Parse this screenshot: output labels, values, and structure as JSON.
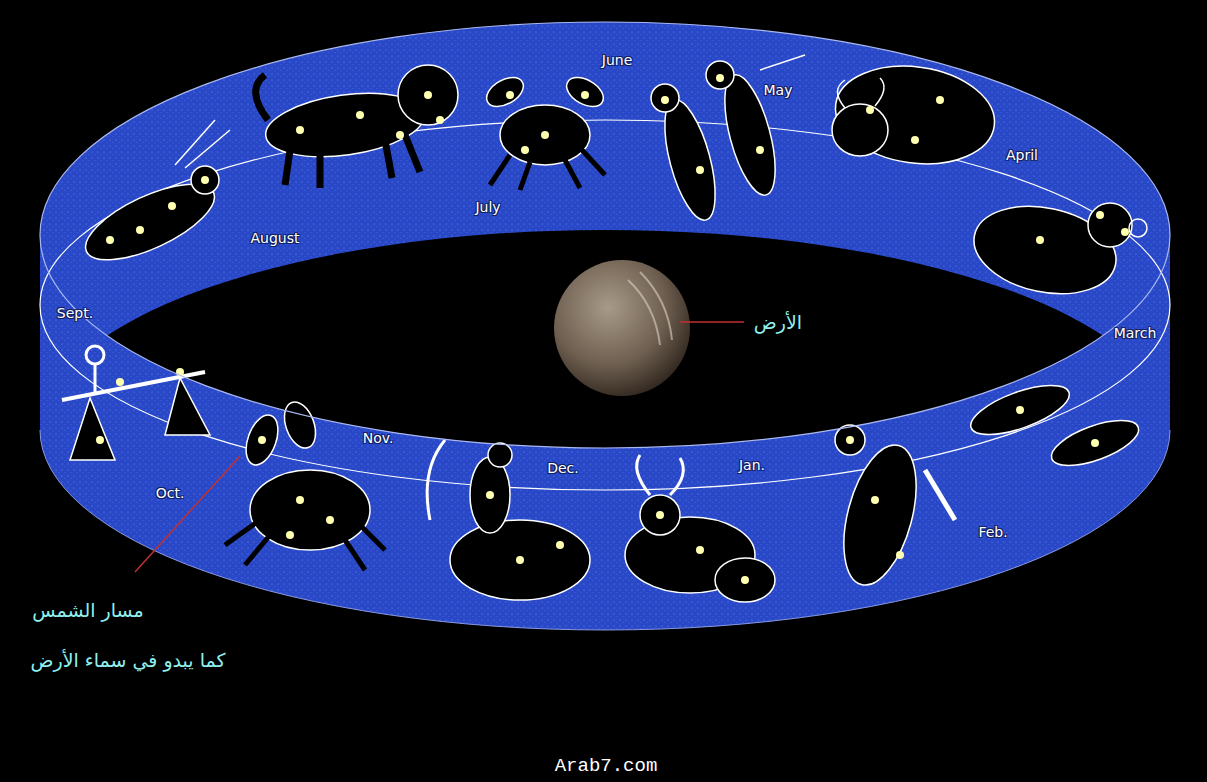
{
  "diagram": {
    "labels": [
      "June",
      "May",
      "April",
      "July",
      "August",
      "Sept.",
      "الأرض",
      "March",
      "Nov.",
      "Dec.",
      "Jan.",
      "Oct.",
      "Feb.",
      "مسار الشمس",
      "كما يبدو في سماء الأرض",
      "Arab7.com"
    ]
  }
}
